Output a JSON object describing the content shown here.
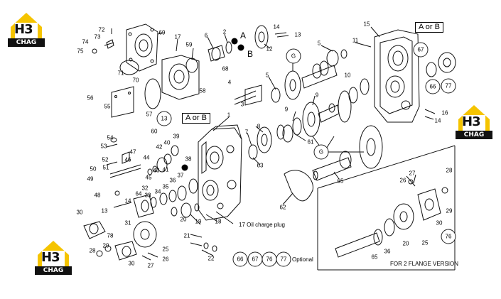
{
  "brand": {
    "logo_text": "H3",
    "logo_bar": "CHAG",
    "accent_color": "#f5c400"
  },
  "callouts": {
    "a_or_b": "A or B",
    "a": "A",
    "b": "B",
    "g": "G",
    "oil_charge_plug": "17 Oil charge plug",
    "optional": "Optional",
    "flange_version": "FOR 2 FLANGE  VERSION"
  },
  "circled_parts": {
    "c13": "13",
    "c67": "67",
    "c66": "66",
    "c77": "77",
    "c76": "76",
    "opt66": "66",
    "opt67": "67",
    "opt76": "76",
    "opt77": "77"
  },
  "part_numbers": {
    "n1": "1",
    "n2": "2",
    "n3": "3",
    "n4": "4",
    "n5a": "5",
    "n5b": "5",
    "n6": "6",
    "n7": "7",
    "n8": "8",
    "n9a": "9",
    "n9b": "9",
    "n10": "10",
    "n11": "11",
    "n12": "12",
    "n13a": "13",
    "n13b": "13",
    "n14a": "14",
    "n14b": "14",
    "n14c": "14",
    "n15": "15",
    "n16": "16",
    "n17": "17",
    "n18": "18",
    "n19": "19",
    "n20a": "20",
    "n20b": "20",
    "n21": "21",
    "n22": "22",
    "n25a": "25",
    "n25b": "25",
    "n26a": "26",
    "n26b": "26",
    "n27a": "27",
    "n27b": "27",
    "n28a": "28",
    "n28b": "28",
    "n29a": "29",
    "n29b": "29",
    "n30a": "30",
    "n30b": "30",
    "n30c": "30",
    "n31": "31",
    "n32": "32",
    "n33": "33",
    "n34": "34",
    "n35": "35",
    "n36a": "36",
    "n36b": "36",
    "n37": "37",
    "n38": "38",
    "n39": "39",
    "n40": "40",
    "n41": "41",
    "n42": "42",
    "n43": "43",
    "n44": "44",
    "n45": "45",
    "n46": "46",
    "n47": "47",
    "n48": "48",
    "n49": "49",
    "n50": "50",
    "n51": "51",
    "n52": "52",
    "n53": "53",
    "n54": "54",
    "n55": "55",
    "n56": "56",
    "n57": "57",
    "n58": "58",
    "n59": "59",
    "n60": "60",
    "n61": "61",
    "n62": "62",
    "n63": "63",
    "n64": "64",
    "n65a": "65",
    "n65b": "65",
    "n68": "68",
    "n69": "69",
    "n70": "70",
    "n71": "71",
    "n72": "72",
    "n73": "73",
    "n74": "74",
    "n75": "75",
    "n78": "78"
  }
}
